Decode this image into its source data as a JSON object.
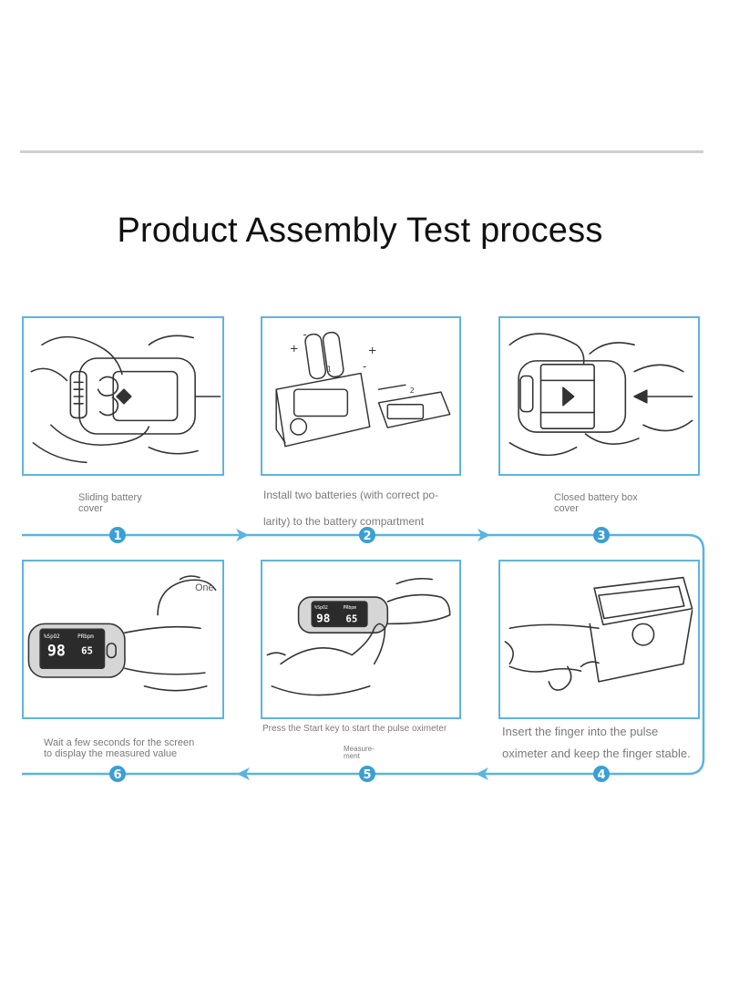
{
  "title": "Product Assembly Test process",
  "steps": [
    {
      "number": "1",
      "caption_lines": [
        "Sliding battery",
        "cover"
      ]
    },
    {
      "number": "2",
      "caption_lines": [
        "Install two batteries (with correct po-",
        "larity) to the battery compartment"
      ]
    },
    {
      "number": "3",
      "caption_lines": [
        "Closed battery box",
        "cover"
      ]
    },
    {
      "number": "4",
      "caption_lines": [
        "Insert the finger into the pulse",
        "oximeter and keep the finger stable."
      ]
    },
    {
      "number": "5",
      "caption_lines": [
        "Press the Start key to start the pulse oximeter"
      ],
      "sub_caption_lines": [
        "Measure-",
        "ment"
      ]
    },
    {
      "number": "6",
      "caption_lines": [
        "Wait a few seconds for the screen",
        "to display the measured value"
      ]
    }
  ],
  "illustration_labels": {
    "finger_label": "One",
    "battery_plus": "+",
    "battery_minus": "-",
    "arrow_marker_1": "1",
    "arrow_marker_2": "2",
    "screen_spo2": "%SpO2",
    "screen_prbpm": "PRbpm",
    "screen_spo2_value": "98",
    "screen_pr_value": "65"
  },
  "colors": {
    "flow_line": "#5ab4df",
    "step_circle": "#3a9fd5",
    "panel_border": "#5fb4dd"
  }
}
